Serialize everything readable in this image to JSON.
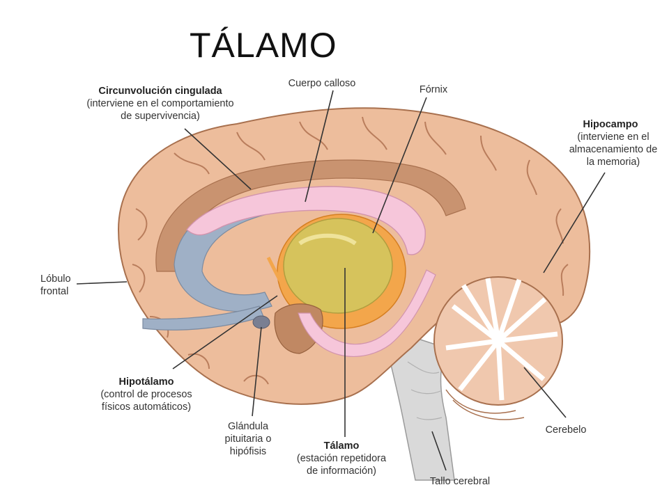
{
  "title": "TÁLAMO",
  "labels": {
    "cingulate": {
      "title": "Circunvolución cingulada",
      "line1": "(interviene en el comportamiento",
      "line2": "de supervivencia)"
    },
    "corpus_callosum": {
      "title": "Cuerpo calloso"
    },
    "fornix": {
      "title": "Fórnix"
    },
    "hippocampus": {
      "title": "Hipocampo",
      "line1": "(interviene en el",
      "line2": "almacenamiento de",
      "line3": "la memoria)"
    },
    "frontal_lobe": {
      "line1": "Lóbulo",
      "line2": "frontal"
    },
    "hypothalamus": {
      "title": "Hipotálamo",
      "line1": "(control de procesos",
      "line2": "físicos automáticos)"
    },
    "pituitary": {
      "line1": "Glándula",
      "line2": "pituitaria o",
      "line3": "hipófisis"
    },
    "thalamus": {
      "title": "Tálamo",
      "line1": "(estación repetidora",
      "line2": "de información)"
    },
    "cerebellum": {
      "title": "Cerebelo"
    },
    "brainstem": {
      "title": "Tallo cerebral"
    }
  },
  "colors": {
    "cortex": "#edbd9c",
    "cortex_stroke": "#a8704e",
    "gyrus_band": "#c99370",
    "ventricle": "#9fb0c6",
    "callosum": "#f6c6da",
    "thalamus_fill": "#d6c35c",
    "thalamus_ring": "#f3a64b",
    "brainstem": "#d9d9d9",
    "cerebellum": "#f0c8ae"
  }
}
